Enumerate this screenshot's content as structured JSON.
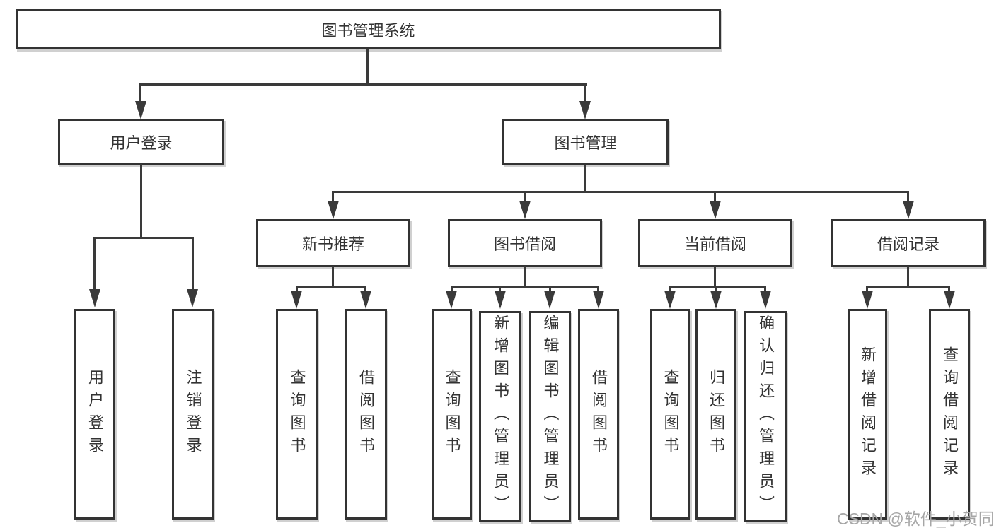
{
  "diagram": {
    "root": {
      "label": "图书管理系统"
    },
    "level2": [
      {
        "id": "user-login",
        "label": "用户登录"
      },
      {
        "id": "book-management",
        "label": "图书管理"
      }
    ],
    "level3": [
      {
        "id": "new-book-recommend",
        "label": "新书推荐",
        "parent": "图书管理"
      },
      {
        "id": "book-borrow",
        "label": "图书借阅",
        "parent": "图书管理"
      },
      {
        "id": "current-borrow",
        "label": "当前借阅",
        "parent": "图书管理"
      },
      {
        "id": "borrow-record",
        "label": "借阅记录",
        "parent": "图书管理"
      }
    ],
    "leaves": [
      {
        "id": "user-login-action",
        "label": "用户登录",
        "parent": "用户登录"
      },
      {
        "id": "logout-action",
        "label": "注销登录",
        "parent": "用户登录"
      },
      {
        "id": "nb-query-book",
        "label": "查询图书",
        "parent": "新书推荐"
      },
      {
        "id": "nb-borrow-book",
        "label": "借阅图书",
        "parent": "新书推荐"
      },
      {
        "id": "bb-query-book",
        "label": "查询图书",
        "parent": "图书借阅"
      },
      {
        "id": "bb-add-book",
        "label": "新增图书（管理员）",
        "parent": "图书借阅"
      },
      {
        "id": "bb-edit-book",
        "label": "编辑图书（管理员）",
        "parent": "图书借阅"
      },
      {
        "id": "bb-borrow-book",
        "label": "借阅图书",
        "parent": "图书借阅"
      },
      {
        "id": "cb-query-book",
        "label": "查询图书",
        "parent": "当前借阅"
      },
      {
        "id": "cb-return-book",
        "label": "归还图书",
        "parent": "当前借阅"
      },
      {
        "id": "cb-confirm-return",
        "label": "确认归还（管理员）",
        "parent": "当前借阅"
      },
      {
        "id": "br-add-record",
        "label": "新增借阅记录",
        "parent": "借阅记录"
      },
      {
        "id": "br-query-record",
        "label": "查询借阅记录",
        "parent": "借阅记录"
      }
    ],
    "watermark": "CSDN @软件_小贺同学",
    "colors": {
      "line": "#3a3a3a",
      "border": "#333333",
      "text": "#333333",
      "watermark_text": "#a6a6a6",
      "background": "#ffffff"
    }
  }
}
